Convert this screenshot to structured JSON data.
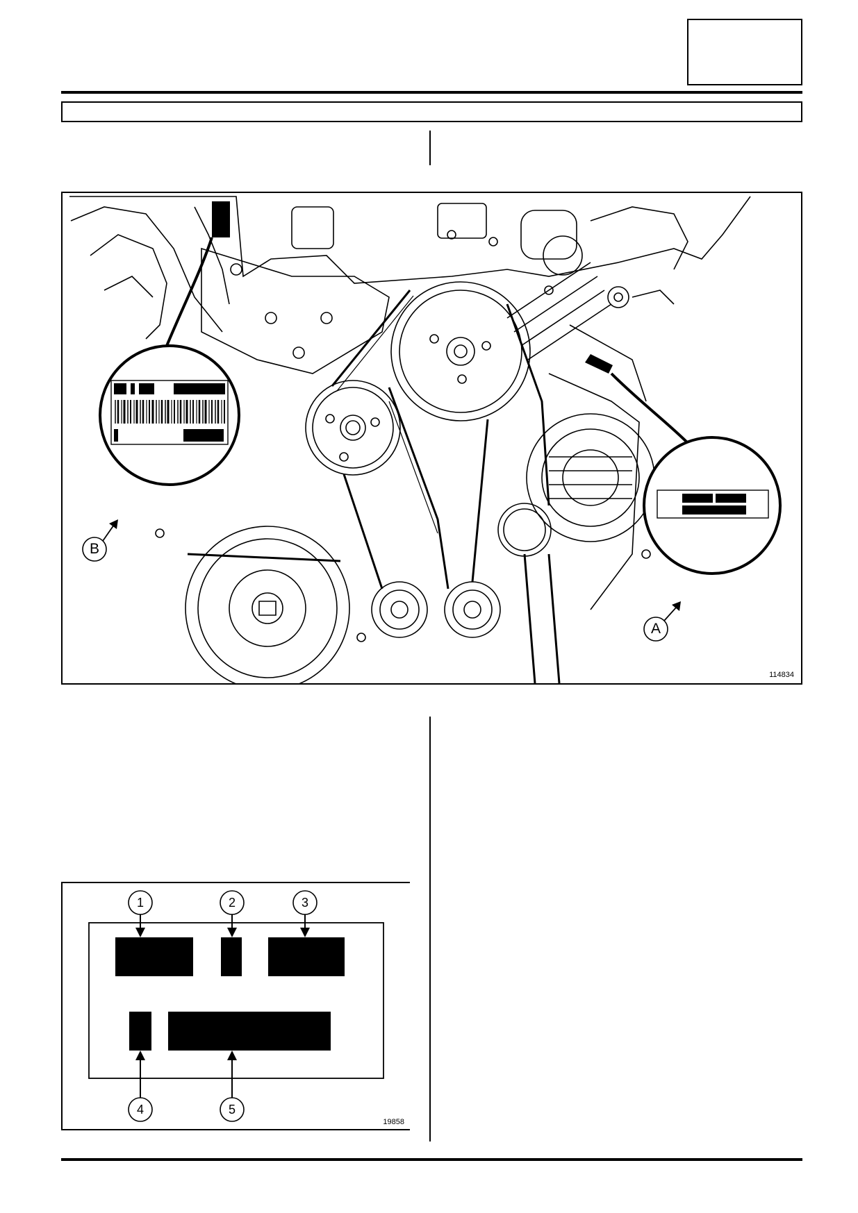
{
  "figure_main": {
    "label_a": "A",
    "label_b": "B",
    "figure_number": "114834"
  },
  "figure_plate": {
    "callouts": [
      "1",
      "2",
      "3",
      "4",
      "5"
    ],
    "figure_number": "19858"
  }
}
